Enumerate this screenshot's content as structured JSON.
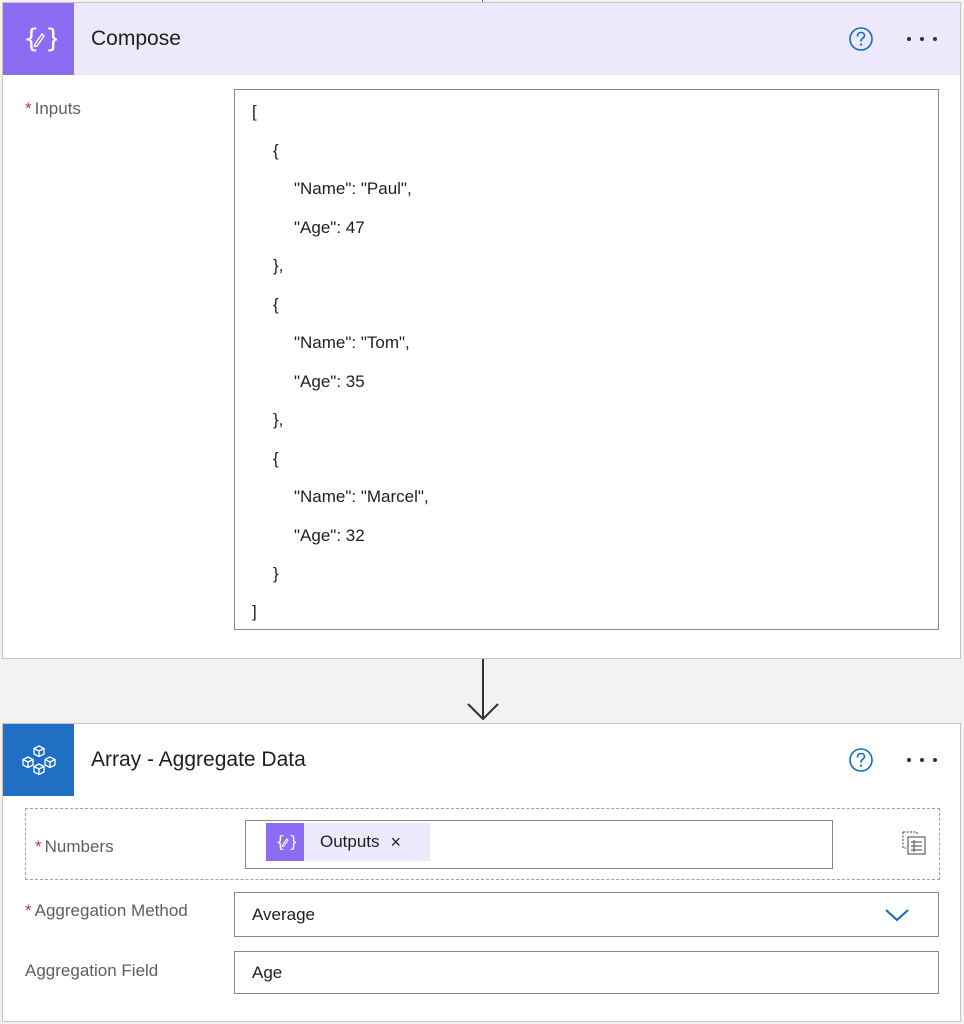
{
  "colors": {
    "compose_accent": "#8c6cf2",
    "compose_header_bg": "#ede8fc",
    "array_accent": "#1f6fc5",
    "help_blue": "#0f6cbd",
    "required_red": "#c4314b"
  },
  "compose": {
    "title": "Compose",
    "icon": "curly-braces-pencil-icon",
    "inputs_label": "Inputs",
    "required_mark": "*",
    "json_lines": [
      "[",
      "{",
      "\"Name\": \"Paul\",",
      "\"Age\": 47",
      "},",
      "{",
      "\"Name\": \"Tom\",",
      "\"Age\": 35",
      "},",
      "{",
      "\"Name\": \"Marcel\",",
      "\"Age\": 32",
      "}",
      "]"
    ]
  },
  "array_action": {
    "title": "Array - Aggregate Data",
    "icon": "cubes-network-icon",
    "numbers_label": "Numbers",
    "numbers_token": "Outputs",
    "token_close": "×",
    "aggregation_method_label": "Aggregation Method",
    "aggregation_method_value": "Average",
    "aggregation_field_label": "Aggregation Field",
    "aggregation_field_value": "Age"
  }
}
